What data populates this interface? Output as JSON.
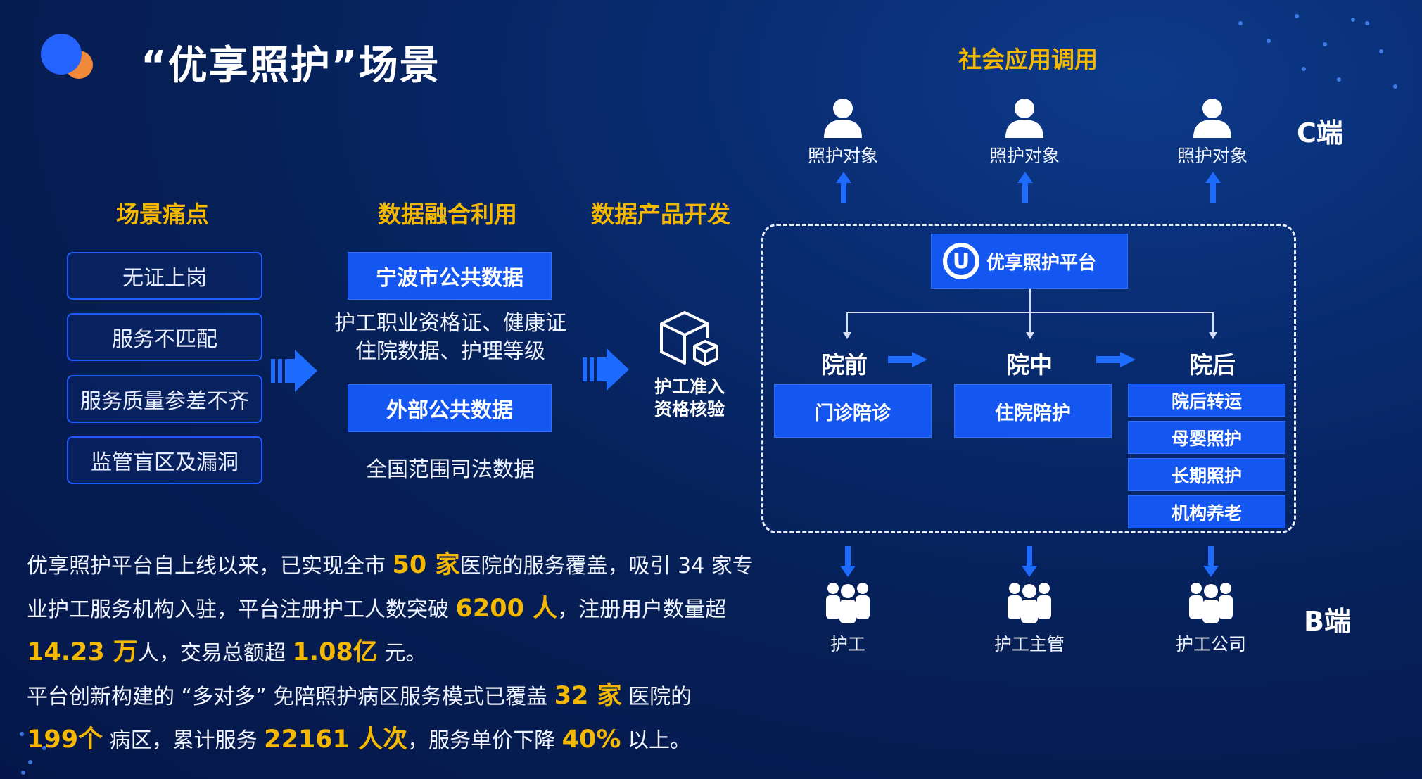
{
  "title": "“优享照护”场景",
  "social_header": "社会应用调用",
  "c_end_label": "C端",
  "b_end_label": "B端",
  "columns": {
    "pain_points_header": "场景痛点",
    "data_fusion_header": "数据融合利用",
    "product_header": "数据产品开发"
  },
  "pain_points": [
    "无证上岗",
    "服务不匹配",
    "服务质量参差不齐",
    "监管盲区及漏洞"
  ],
  "data_sources": {
    "ningbo_label": "宁波市公共数据",
    "ningbo_items_line1": "护工职业资格证、健康证",
    "ningbo_items_line2": "住院数据、护理等级",
    "external_label": "外部公共数据",
    "external_items": "全国范围司法数据"
  },
  "product": {
    "label_line1": "护工准入",
    "label_line2": "资格核验",
    "icon": "box-cube-icon"
  },
  "platform": {
    "name": "优享照护平台",
    "logo_letter": "U",
    "stages": {
      "pre": "院前",
      "mid": "院中",
      "post": "院后"
    },
    "pre_services": [
      "门诊陪诊"
    ],
    "mid_services": [
      "住院陪护"
    ],
    "post_services": [
      "院后转运",
      "母婴照护",
      "长期照护",
      "机构养老"
    ]
  },
  "c_users": [
    "照护对象",
    "照护对象",
    "照护对象"
  ],
  "b_users": [
    "护工",
    "护工主管",
    "护工公司"
  ],
  "summary": {
    "p1_a": "优享照护平台自上线以来，已实现全市 ",
    "p1_hl1": "50 家",
    "p1_b": "医院的服务覆盖，吸引 34 家专",
    "p2_a": "业护工服务机构入驻，平台注册护工人数突破 ",
    "p2_hl1": "6200 人",
    "p2_b": "，注册用户数量超",
    "p3_hl1": "14.23 万",
    "p3_a": "人，交易总额超 ",
    "p3_hl2": "1.08亿",
    "p3_b": " 元。",
    "p4_a": "平台创新构建的 “多对多” 免陪照护病区服务模式已覆盖 ",
    "p4_hl1": "32 家",
    "p4_b": " 医院的",
    "p5_hl1": "199个",
    "p5_a": " 病区，累计服务  ",
    "p5_hl2": "22161 人次",
    "p5_b": "，服务单价下降 ",
    "p5_hl3": "40%",
    "p5_c": " 以上。"
  },
  "colors": {
    "accent_yellow": "#f5b800",
    "box_blue": "#1456f0",
    "arrow_blue": "#1e6bff",
    "logo_orange": "#f08a3a"
  }
}
